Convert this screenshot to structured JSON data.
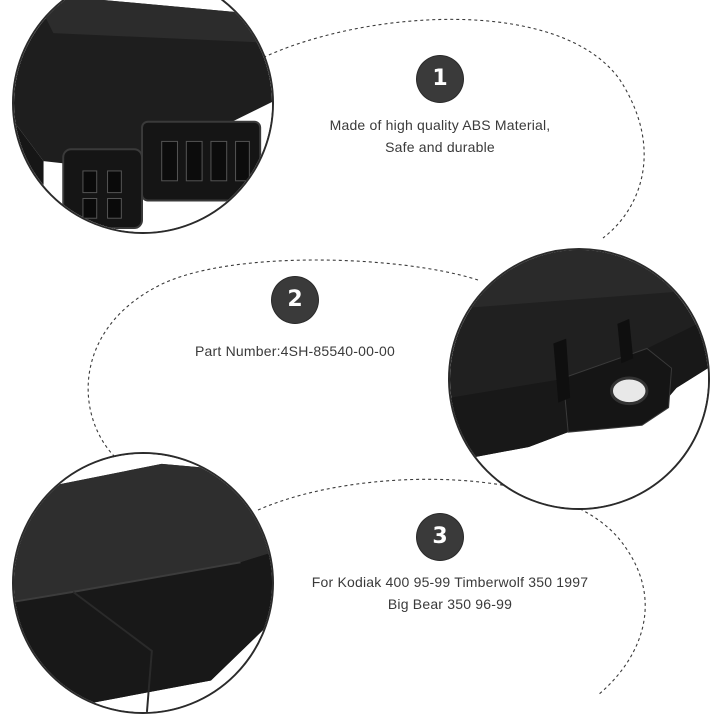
{
  "features": [
    {
      "number": "1",
      "lines": [
        "Made of high quality ABS Material,",
        "Safe and durable"
      ],
      "photo": "connector-closeup"
    },
    {
      "number": "2",
      "lines": [
        "Part Number:4SH-85540-00-00"
      ],
      "photo": "mounting-tab-closeup"
    },
    {
      "number": "3",
      "lines": [
        "For Kodiak 400 95-99 Timberwolf 350 1997",
        "Big Bear 350 96-99"
      ],
      "photo": "housing-corner-closeup"
    }
  ],
  "colors": {
    "badge": "#3a3a3a",
    "text": "#3a3a3a",
    "product": "#1c1c1c",
    "background": "#ffffff"
  }
}
